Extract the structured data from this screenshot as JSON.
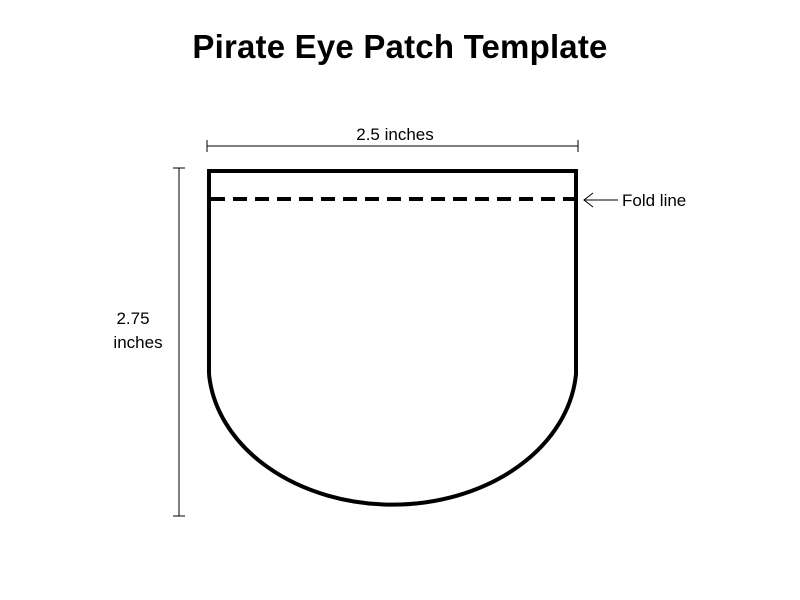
{
  "title": "Pirate Eye Patch Template",
  "dimensions": {
    "width_label": "2.5 inches",
    "height_label_line1": "2.75",
    "height_label_line2": "inches"
  },
  "annotations": {
    "fold_line_label": "Fold line"
  }
}
